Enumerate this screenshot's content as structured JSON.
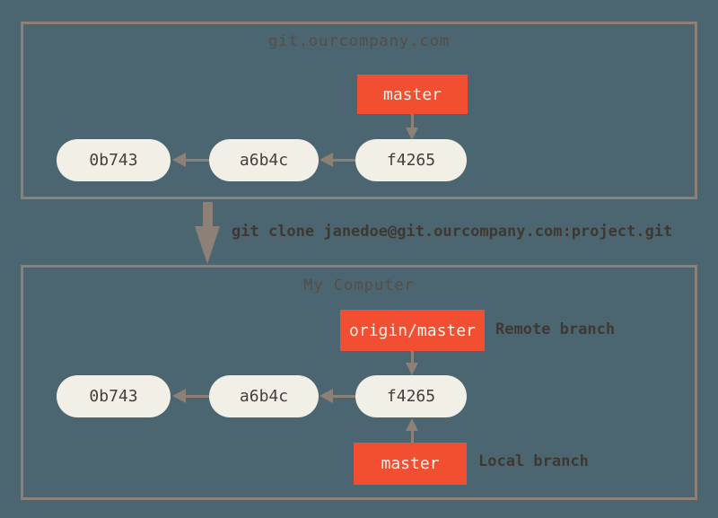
{
  "remote_repo": {
    "title": "git.ourcompany.com",
    "branch_label": "master",
    "commits": [
      "0b743",
      "a6b4c",
      "f4265"
    ]
  },
  "clone_command": "git clone janedoe@git.ourcompany.com:project.git",
  "local_repo": {
    "title": "My Computer",
    "remote_branch_label": "origin/master",
    "remote_branch_note": "Remote branch",
    "commits": [
      "0b743",
      "a6b4c",
      "f4265"
    ],
    "local_branch_label": "master",
    "local_branch_note": "Local branch"
  },
  "colors": {
    "background": "#4b6670",
    "box_border": "#8d8177",
    "arrow": "#8d8177",
    "commit_fill": "#f1efe6",
    "commit_text": "#453f39",
    "branch_fill": "#f14e32",
    "branch_text": "#f7f2e7",
    "label_text": "#403830",
    "title_text": "#544e48"
  }
}
